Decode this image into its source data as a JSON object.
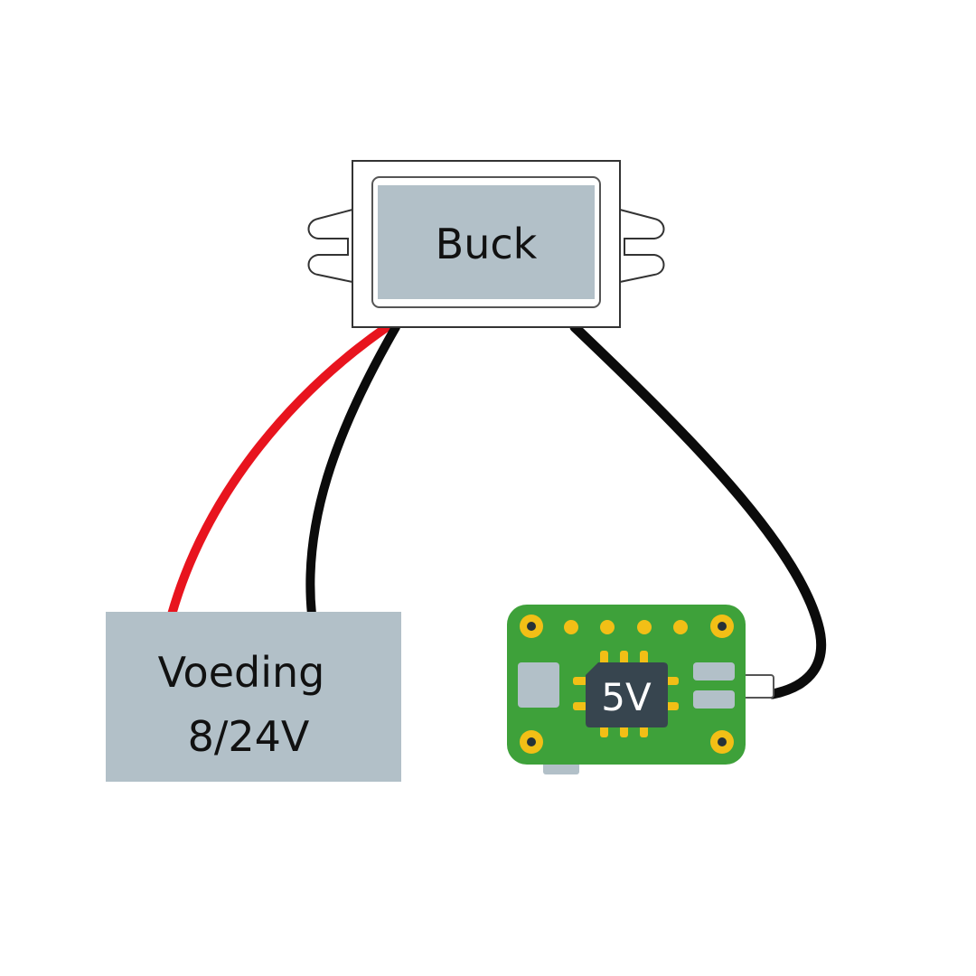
{
  "buck": {
    "label": "Buck"
  },
  "power_supply": {
    "line1": "Voeding",
    "line2": "8/24V"
  },
  "board": {
    "chip_label": "5V"
  },
  "colors": {
    "wire_positive": "#e8141e",
    "wire_negative": "#0b0b0b",
    "buck_panel": "#b2c0c8",
    "supply_box": "#b2c0c8",
    "pcb_green": "#3ea13a",
    "pcb_pad": "#f2bf16",
    "chip": "#37454f",
    "connector": "#b2c0c8"
  }
}
